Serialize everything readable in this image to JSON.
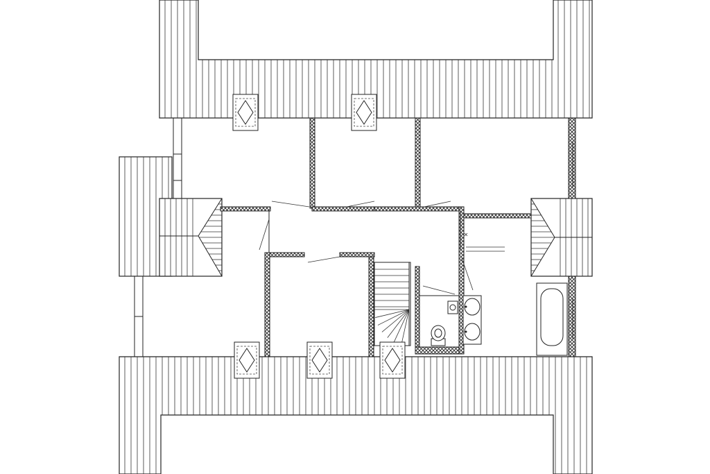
{
  "drawing": {
    "type": "attic floor plan",
    "line_color": "#222222",
    "background": "#ffffff",
    "skylight_count": 5,
    "features": [
      "roof-slopes",
      "dormers",
      "partition-walls",
      "staircase",
      "bathroom",
      "bathtub",
      "double-sink",
      "toilet",
      "skylights"
    ]
  }
}
